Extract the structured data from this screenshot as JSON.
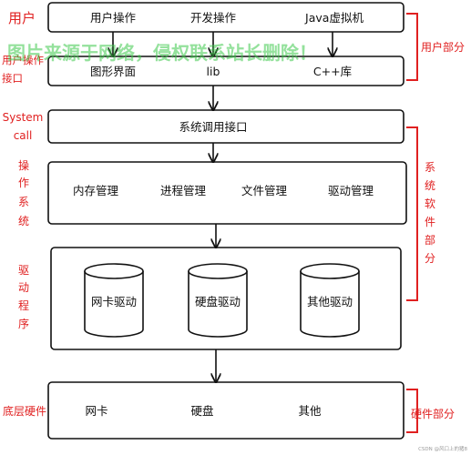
{
  "colors": {
    "red": "#e02020",
    "green": "#3cc84a",
    "stroke": "#111111",
    "text": "#111111"
  },
  "left_labels": {
    "user": "用户",
    "user_interface": [
      "用户操作",
      "接口"
    ],
    "syscall": [
      "System",
      "call"
    ],
    "os": [
      "操",
      "作",
      "系",
      "统"
    ],
    "driver": [
      "驱",
      "动",
      "程",
      "序"
    ],
    "hw": "底层硬件"
  },
  "right_labels": {
    "user_part": "用户部分",
    "system_part": [
      "系",
      "统",
      "软",
      "件",
      "部",
      "分"
    ],
    "hardware_part": "硬件部分"
  },
  "rows": {
    "user_ops": [
      "用户操作",
      "开发操作",
      "Java虚拟机"
    ],
    "interfaces": [
      "图形界面",
      "lib",
      "C++库"
    ],
    "syscall": "系统调用接口",
    "kernel": [
      "内存管理",
      "进程管理",
      "文件管理",
      "驱动管理"
    ],
    "drivers": [
      "网卡驱动",
      "硬盘驱动",
      "其他驱动"
    ],
    "hardware": [
      "网卡",
      "硬盘",
      "其他"
    ]
  },
  "watermark": "图片来源于网络，侵权联系站长删除！",
  "footer": "CSDN @风口上的猪8"
}
